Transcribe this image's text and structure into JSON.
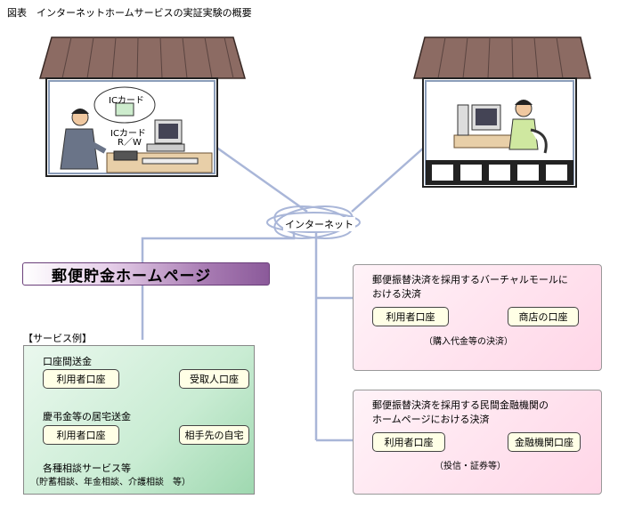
{
  "caption": "図表　インターネットホームサービスの実証実験の概要",
  "network_label": "インターネット",
  "house_left": {
    "ic_card_label": "ICカード",
    "reader_label_line1": "ICカード",
    "reader_label_line2": "R／W"
  },
  "homepage_banner": "郵便貯金ホームページ",
  "services": {
    "title": "【サービス例】",
    "transfer": {
      "label": "口座間送金",
      "from": "利用者口座",
      "to": "受取人口座"
    },
    "home_delivery": {
      "label": "慶弔金等の居宅送金",
      "from": "利用者口座",
      "to": "相手先の自宅"
    },
    "consult": {
      "label": "各種相談サービス等",
      "detail": "（貯蓄相談、年金相談、介護相談　等）"
    }
  },
  "virtual_mall": {
    "title_line1": "郵便振替決済を採用するバーチャルモールに",
    "title_line2": "おける決済",
    "from": "利用者口座",
    "to": "商店の口座",
    "note": "（購入代金等の決済）"
  },
  "private_bank": {
    "title_line1": "郵便振替決済を採用する民間金融機関の",
    "title_line2": "ホームページにおける決済",
    "from": "利用者口座",
    "to": "金融機関口座",
    "note": "（投信・証券等）"
  },
  "colors": {
    "roof": "#8c6b63",
    "network_line": "#a9b6d8",
    "arrow": "#e02020",
    "banner": "#a77ab2"
  }
}
